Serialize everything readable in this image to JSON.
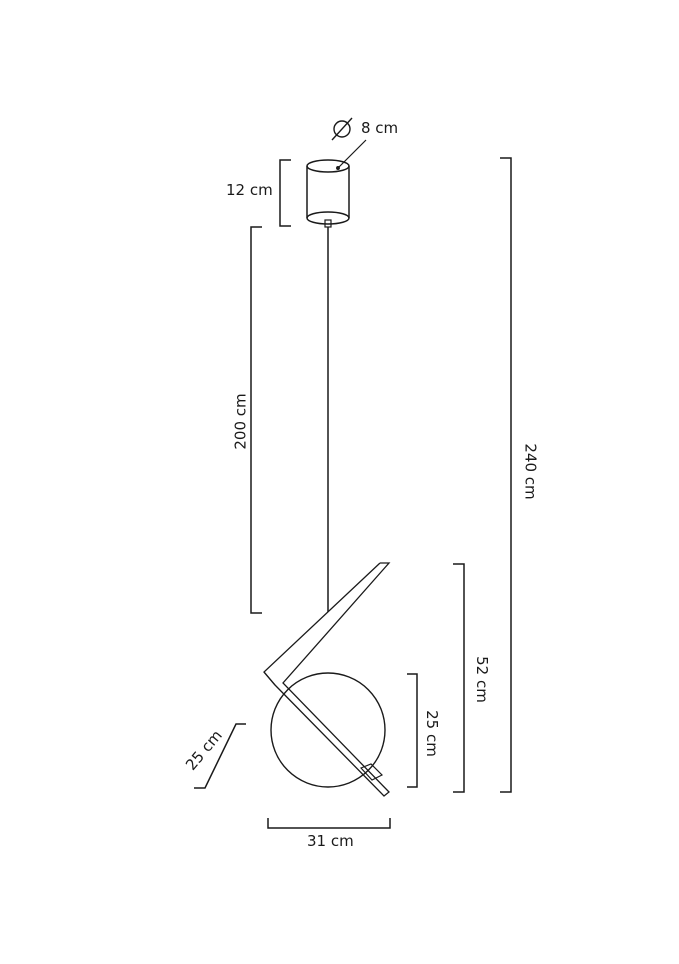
{
  "diagram": {
    "type": "pendant-lamp-dimension-drawing",
    "line_color": "#1a1a1a",
    "background": "#ffffff",
    "dimensions": {
      "canopy_diameter": {
        "symbol": "⌀",
        "label": "8 cm"
      },
      "canopy_height": {
        "label": "12 cm"
      },
      "cable_length": {
        "label": "200 cm"
      },
      "total_height": {
        "label": "240 cm"
      },
      "fixture_height": {
        "label": "52 cm"
      },
      "globe_height": {
        "label": "25 cm"
      },
      "globe_depth": {
        "label": "25 cm"
      },
      "fixture_width": {
        "label": "31 cm"
      }
    },
    "parts": [
      "ceiling-canopy",
      "suspension-cable",
      "angled-arm",
      "glass-globe"
    ]
  }
}
